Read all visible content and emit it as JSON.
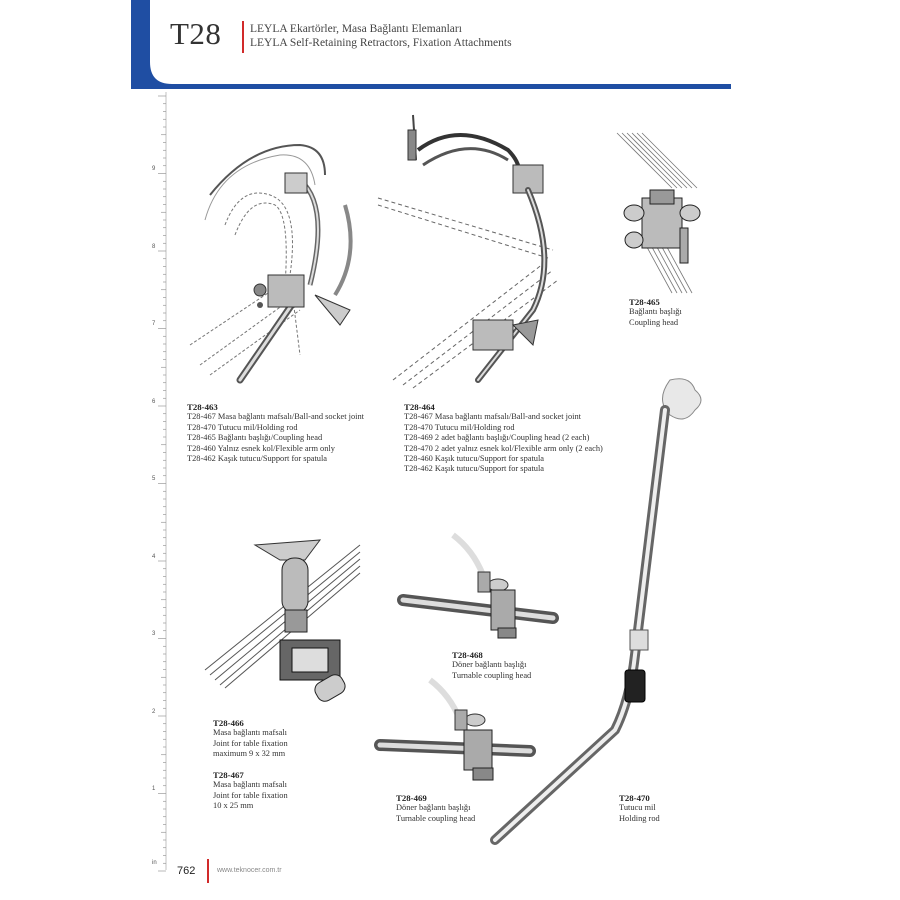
{
  "header": {
    "section_code": "T28",
    "subtitle_tr": "LEYLA Ekartörler, Masa Bağlantı Elemanları",
    "subtitle_en": "LEYLA Self-Retaining Retractors, Fixation Attachments",
    "accent_color": "#1f4ea3",
    "divider_color": "#d12a2a"
  },
  "ruler": {
    "numbers": [
      "9",
      "8",
      "7",
      "6",
      "5",
      "4",
      "3",
      "2",
      "1"
    ],
    "unit": "in"
  },
  "products": {
    "t28_463": {
      "code": "T28-463",
      "lines": [
        "T28-467 Masa bağlantı mafsalı/Ball-and socket joint",
        "T28-470 Tutucu mil/Holding rod",
        "T28-465 Bağlantı başlığı/Coupling head",
        "T28-460 Yalnız esnek kol/Flexible arm only",
        "T28-462 Kaşık tutucu/Support for spatula"
      ]
    },
    "t28_464": {
      "code": "T28-464",
      "lines": [
        "T28-467 Masa bağlantı mafsalı/Ball-and socket joint",
        "T28-470 Tutucu mil/Holding rod",
        "T28-469 2 adet bağlantı  başlığı/Coupling head (2 each)",
        "T28-470 2 adet yalnız esnek kol/Flexible arm only (2 each)",
        "T28-460 Kaşık tutucu/Support for spatula",
        "T28-462 Kaşık tutucu/Support for spatula"
      ]
    },
    "t28_465": {
      "code": "T28-465",
      "lines": [
        "Bağlantı başlığı",
        "Coupling head"
      ]
    },
    "t28_466": {
      "code": "T28-466",
      "lines": [
        "Masa bağlantı mafsalı",
        "Joint for table fixation",
        "maximum 9 x 32 mm"
      ]
    },
    "t28_467": {
      "code": "T28-467",
      "lines": [
        "Masa bağlantı mafsalı",
        "Joint for table fixation",
        "10 x 25 mm"
      ]
    },
    "t28_468": {
      "code": "T28-468",
      "lines": [
        "Döner bağlantı başlığı",
        "Turnable coupling head"
      ]
    },
    "t28_469": {
      "code": "T28-469",
      "lines": [
        "Döner bağlantı başlığı",
        "Turnable coupling head"
      ]
    },
    "t28_470": {
      "code": "T28-470",
      "lines": [
        "Tutucu mil",
        "Holding  rod"
      ]
    }
  },
  "footer": {
    "page_number": "762",
    "url": "www.teknocer.com.tr"
  }
}
